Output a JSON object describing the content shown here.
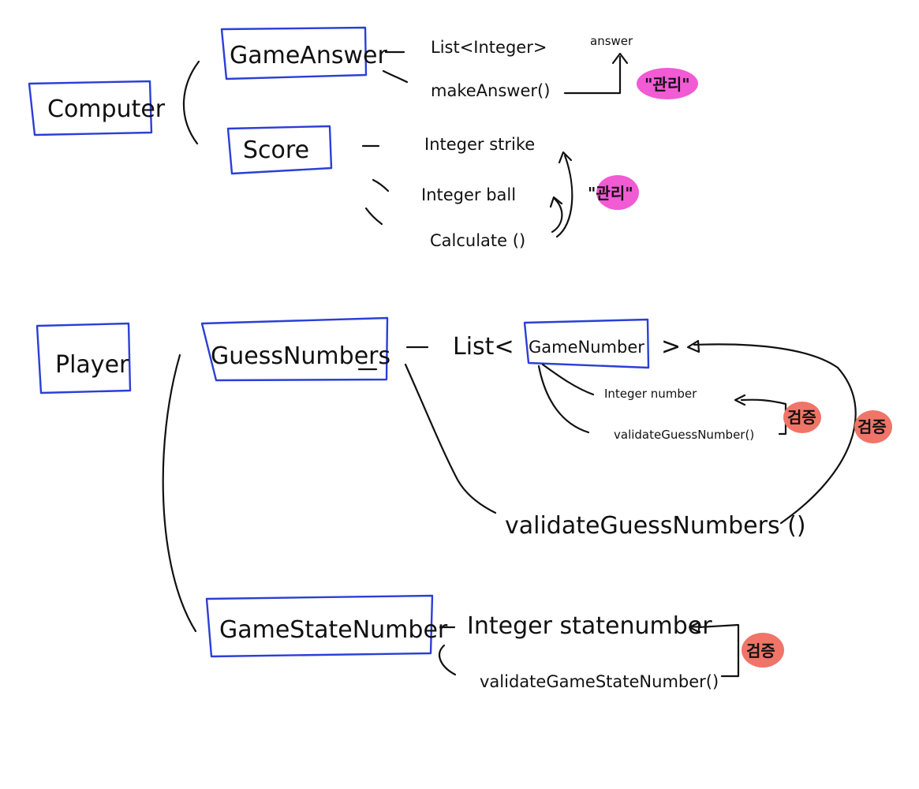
{
  "classes": {
    "computer": "Computer",
    "game_answer": "GameAnswer",
    "score": "Score",
    "player": "Player",
    "guess_numbers": "GuessNumbers",
    "game_number": "GameNumber",
    "game_state_number": "GameStateNumber"
  },
  "members": {
    "answer_list_prefix": "List<Integer>",
    "answer_field": "answer",
    "make_answer": "makeAnswer()",
    "strike": "Integer strike",
    "ball": "Integer ball",
    "calculate": "Calculate ()",
    "list_open": "List<",
    "list_close": ">",
    "integer_number": "Integer number",
    "validate_guess_number": "validateGuessNumber()",
    "validate_guess_numbers": "validateGuessNumbers ()",
    "integer_state_number": "Integer statenumber",
    "validate_game_state_number": "validateGameStateNumber()"
  },
  "tags": {
    "responsible_1": "\"관리\"",
    "responsible_2": "\"관리\"",
    "validate_1": "검증",
    "validate_2": "검증",
    "validate_3": "검증"
  },
  "colors": {
    "box": "#2b3fd6",
    "pink": "#f15bd4",
    "salmon": "#f07468",
    "ink": "#111111"
  }
}
